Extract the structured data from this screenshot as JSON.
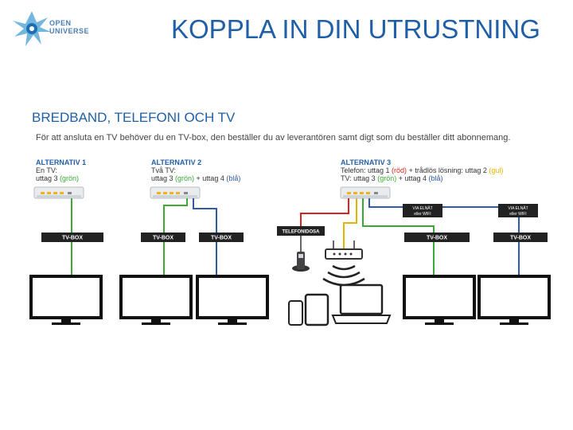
{
  "header": {
    "logo_line1": "OPEN",
    "logo_line2": "UNIVERSE",
    "title": "KOPPLA IN DIN UTRUSTNING"
  },
  "section": {
    "title": "BREDBAND, TELEFONI OCH TV",
    "intro": "För att ansluta en TV behöver du en TV-box, den beställer du av leverantören samt digt som du beställer ditt abonnemang."
  },
  "alternatives": [
    {
      "heading": "ALTERNATIV 1",
      "line1": "En TV:",
      "line2_prefix": "uttag 3 ",
      "line2_green": "(grön)"
    },
    {
      "heading": "ALTERNATIV 2",
      "line1": "Två TV:",
      "line2_prefix": "uttag 3 ",
      "line2_green": "(grön)",
      "line2_mid": " + uttag 4 ",
      "line2_blue": "(blå)"
    },
    {
      "heading": "ALTERNATIV 3",
      "line1_prefix": "Telefon: uttag 1 ",
      "line1_red": "(röd)",
      "line1_mid": " + trådlös lösning: uttag 2 ",
      "line1_yellow": "(gul)",
      "line2_prefix": "TV: uttag 3 ",
      "line2_green": "(grön)",
      "line2_mid": " + uttag 4 ",
      "line2_blue": "(blå)"
    }
  ],
  "devices": {
    "tvbox_label": "TV-BOX",
    "phone_socket_label": "TELEFONIDOSA",
    "powerline_line1": "VIA ELNÄT",
    "powerline_line2": "eller WIFI"
  },
  "colors": {
    "title_blue": "#1f5fa8",
    "cable_green": "#3aaa35",
    "cable_blue": "#2a5caa",
    "cable_red": "#d9261c",
    "cable_yellow": "#e3b400",
    "box_dark": "#222222"
  }
}
